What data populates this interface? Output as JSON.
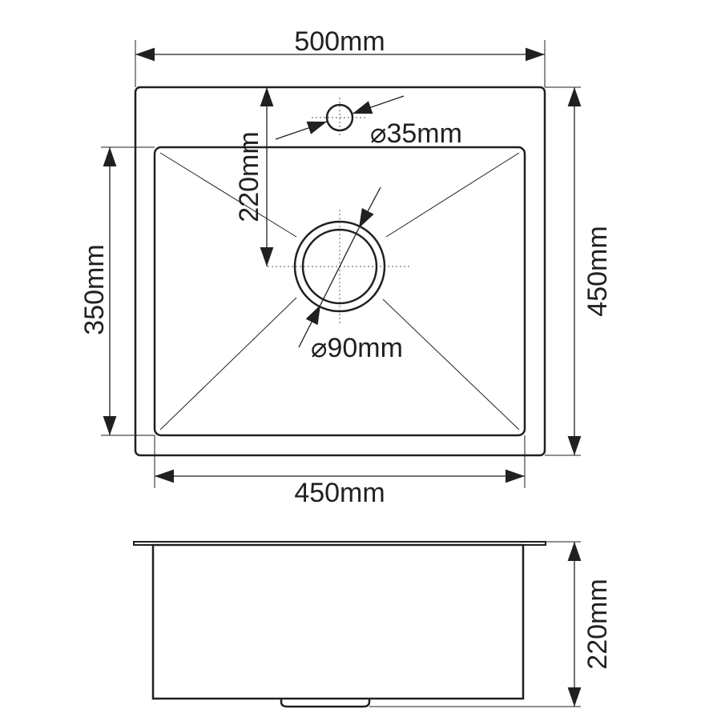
{
  "top_view": {
    "overall_width": "500mm",
    "overall_depth": "450mm",
    "bowl_depth": "350mm",
    "bowl_width": "450mm",
    "faucet_hole_offset": "220mm",
    "faucet_hole_diameter": "⌀35mm",
    "drain_diameter": "⌀90mm"
  },
  "side_view": {
    "bowl_height": "220mm"
  },
  "colors": {
    "line": "#231f20",
    "background": "#ffffff"
  }
}
